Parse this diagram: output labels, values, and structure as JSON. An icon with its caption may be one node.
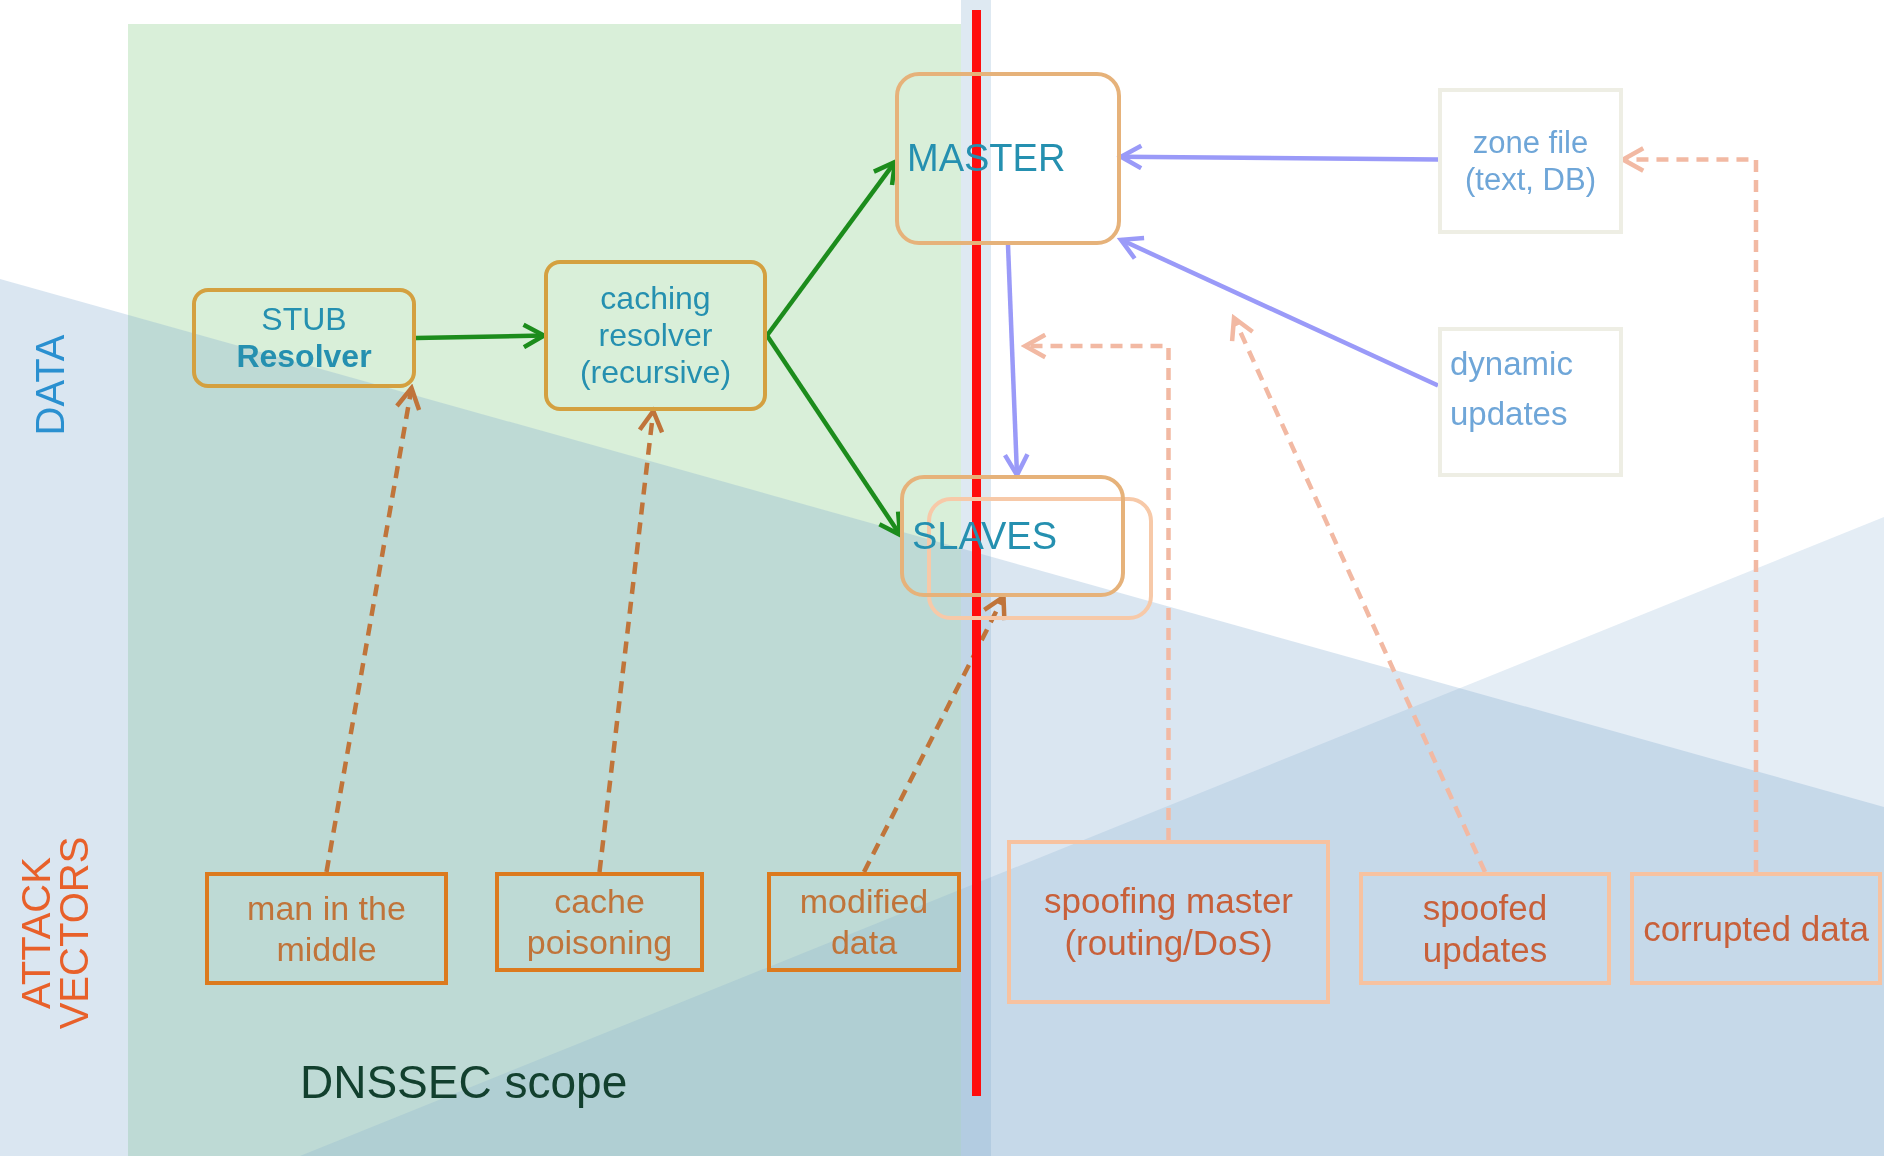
{
  "diagram": {
    "nodes": [
      {
        "text": [
          "STUB **Resolver**"
        ]
      },
      {
        "text": [
          "caching resolver (recursive)"
        ]
      },
      {
        "text": [
          "MASTER"
        ]
      },
      {
        "text": [
          "SLAVES"
        ]
      },
      {
        "text": [
          "zone file (text, DB)"
        ]
      },
      {
        "text": [
          "dynamic updates"
        ]
      },
      {
        "text": [
          "man in the middle"
        ]
      },
      {
        "text": [
          "cache poisoning"
        ]
      },
      {
        "text": [
          "modified data"
        ]
      },
      {
        "text": [
          "spoofing master (routing/DoS)"
        ]
      },
      {
        "text": [
          "spoofed updates"
        ]
      },
      {
        "text": [
          "corrupted data"
        ]
      }
    ],
    "edges": [
      {
        "from": 0,
        "to": 1,
        "arrow": "to",
        "color": "#1c8c1c"
      },
      {
        "from": 1,
        "to": 2,
        "arrow": "to",
        "color": "#1c8c1c"
      },
      {
        "from": 1,
        "to": 3,
        "arrow": "to",
        "color": "#1c8c1c"
      },
      {
        "from": 4,
        "to": 2,
        "arrow": "to",
        "color": "#9a9af8"
      },
      {
        "from": 5,
        "to": 2,
        "arrow": "to",
        "color": "#9a9af8"
      },
      {
        "from": 2,
        "to": 3,
        "arrow": "to",
        "color": "#9a9af8"
      },
      {
        "from": 6,
        "to": 0,
        "arrow": "to",
        "style": "dashed",
        "color": "#c0743a"
      },
      {
        "from": 7,
        "to": 1,
        "arrow": "to",
        "style": "dashed",
        "color": "#c0743a"
      },
      {
        "from": 8,
        "to": 3,
        "arrow": "to",
        "style": "dashed",
        "color": "#c0743a"
      },
      {
        "from": 9,
        "to": null,
        "arrow": "to",
        "style": "dashed",
        "color": "#f2b9a3"
      },
      {
        "from": 10,
        "to": null,
        "arrow": "to",
        "style": "dashed",
        "color": "#f2b9a3"
      },
      {
        "from": 11,
        "to": 4,
        "arrow": "to",
        "style": "dashed",
        "color": "#f2b9a3"
      }
    ],
    "labels": [
      "DATA",
      "ATTACK VECTORS",
      "DNSSEC scope"
    ]
  }
}
